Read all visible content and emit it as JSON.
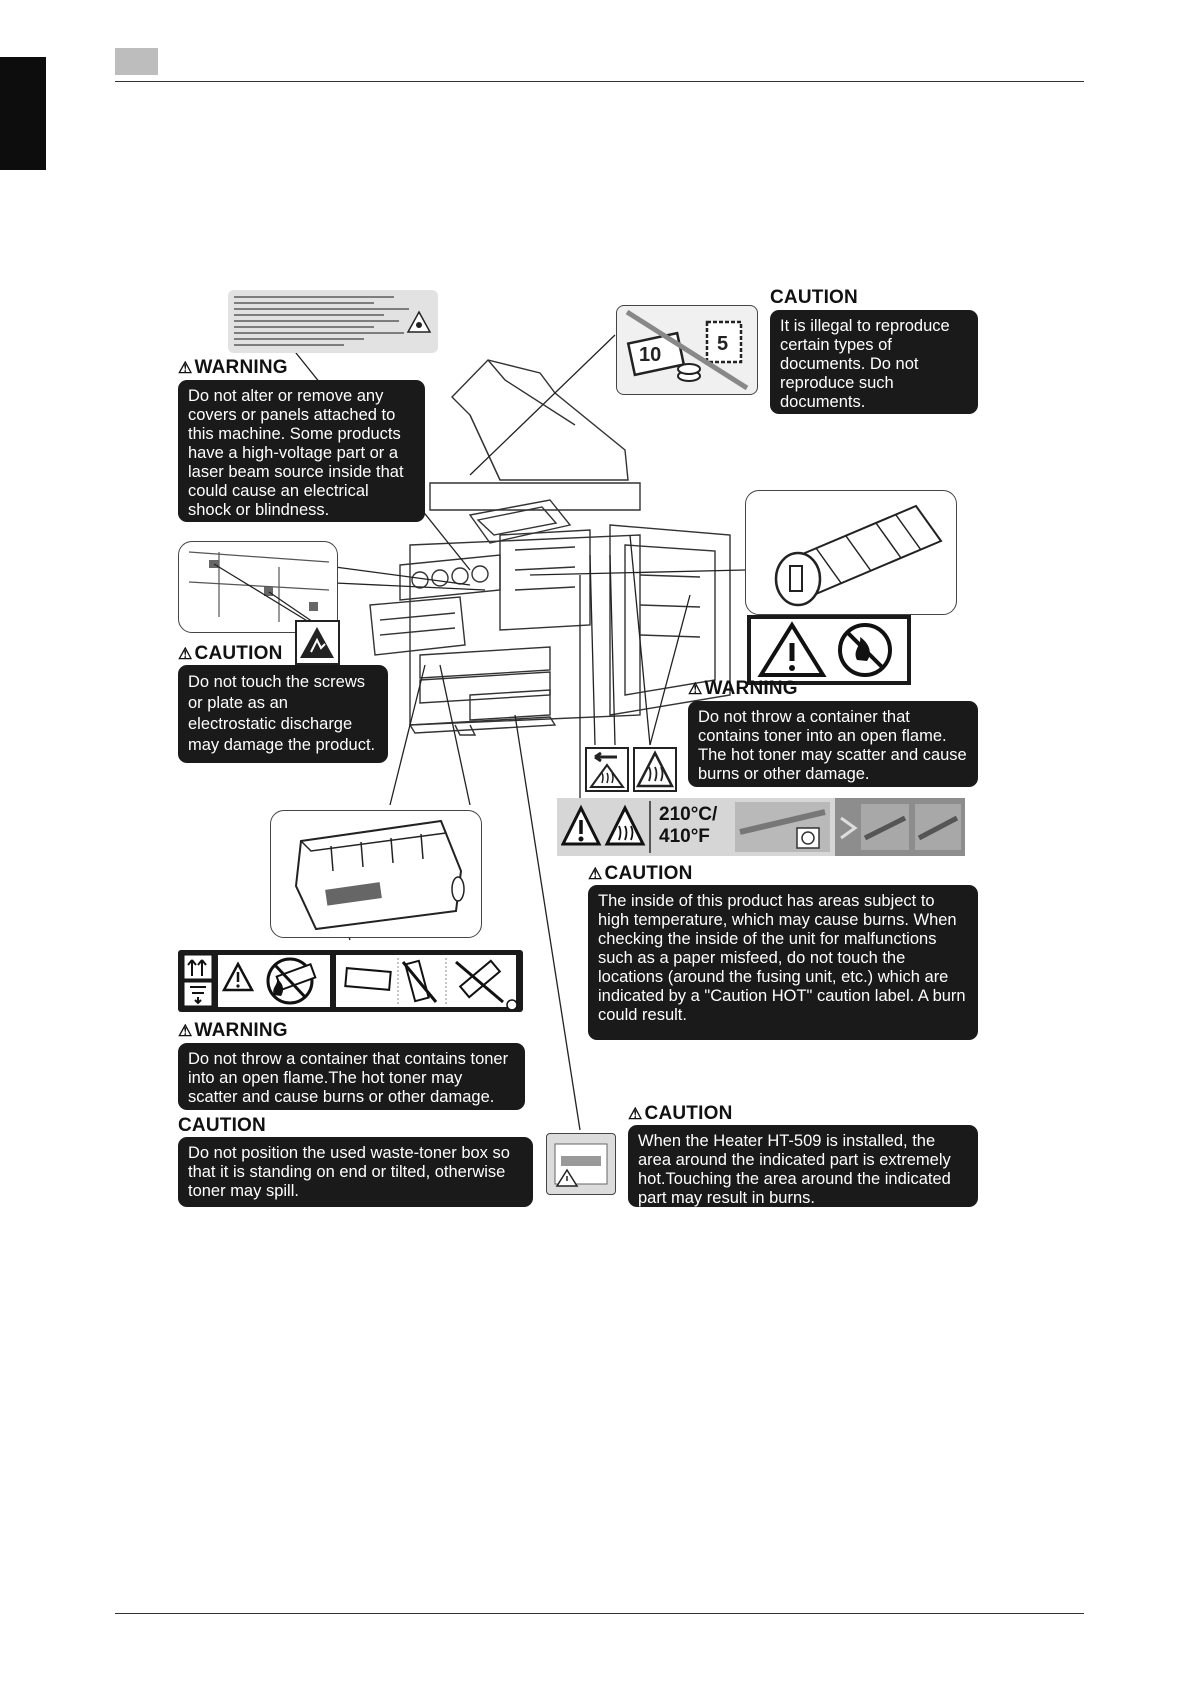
{
  "callouts": {
    "caution_illegal": {
      "heading": "CAUTION",
      "text": "It is illegal to reproduce certain types of documents. Do not reproduce such documents."
    },
    "warning_covers": {
      "heading": "WARNING",
      "text": "Do not alter or remove any covers or panels attached to this machine. Some products have a high-voltage part or a laser beam source inside that could cause an electrical shock or blindness."
    },
    "caution_electrostatic": {
      "heading": "CAUTION",
      "text": "Do not touch the screws or plate as an electrostatic discharge may damage the product."
    },
    "warning_toner_flame_right": {
      "heading": "WARNING",
      "text": "Do not throw a container that contains toner into an open flame. The hot toner may scatter and cause burns or other damage."
    },
    "caution_hot_inside": {
      "heading": "CAUTION",
      "text": "The inside of this product has areas subject to high temperature, which may cause burns. When checking the inside of the unit for malfunctions such as a paper misfeed, do not touch the locations (around the fusing unit, etc.) which are indicated by a \"Caution HOT\" caution label. A burn could result."
    },
    "warning_toner_flame_left": {
      "heading": "WARNING",
      "text": "Do not throw a container that contains toner into an open flame.The hot toner may scatter and cause burns or other damage."
    },
    "caution_waste_box": {
      "heading": "CAUTION",
      "text": "Do not position the used waste-toner box so that it is standing on end or tilted, otherwise toner may spill."
    },
    "caution_heater": {
      "heading": "CAUTION",
      "text": "When the Heater HT-509 is installed, the area around the indicated part is extremely hot.Touching the area around the indicated part may result in burns."
    }
  },
  "labels": {
    "temperature_c": "210°C/",
    "temperature_f": "410°F",
    "banknote_value": "10",
    "stamp_value": "5"
  },
  "icons": {
    "warning_triangle": "⚠",
    "no_copy_money": "no-copy-money-icon",
    "esd": "electrostatic-discharge-icon",
    "no_fire": "no-fire-icon",
    "hot_surface": "hot-surface-icon"
  }
}
